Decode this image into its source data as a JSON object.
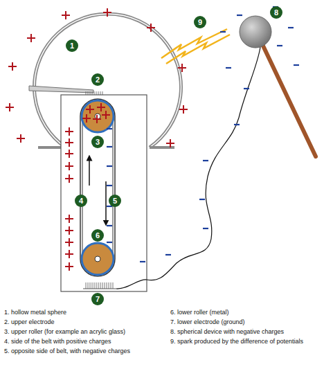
{
  "diagram": {
    "labels": [
      "1",
      "2",
      "3",
      "4",
      "5",
      "6",
      "7",
      "8",
      "9",
      "1. hollow metal sphere",
      "2. upper electrode",
      "3. upper roller (for example an acrylic glass)",
      "4. side of the belt with positive charges",
      "5. opposite side of belt, with negative charges",
      "6. lower roller (metal)",
      "7. lower electrode (ground)",
      "8. spherical device with negative charges",
      "9. spark produced by the difference of potentials"
    ]
  }
}
